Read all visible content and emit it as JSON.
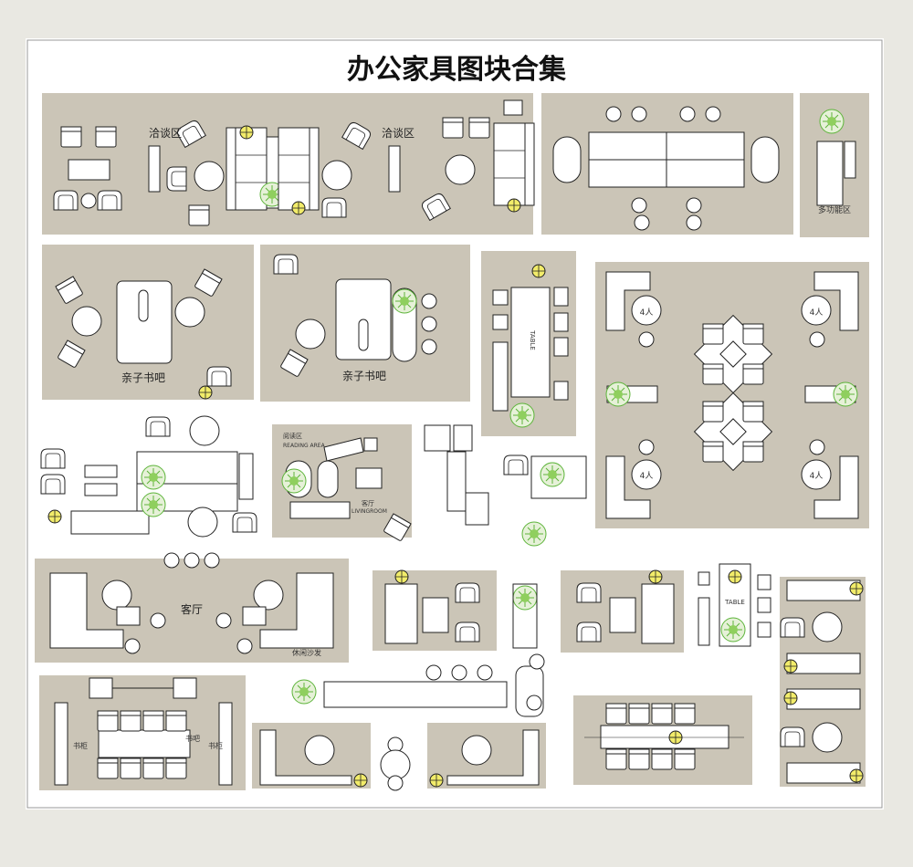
{
  "title": "办公家具图块合集",
  "labels": {
    "negotiation_1": "洽谈区",
    "negotiation_2": "洽谈区",
    "multi_function": "多功能区",
    "reading_1": "亲子书吧",
    "reading_2": "亲子书吧",
    "living_room": "客厅",
    "reading_area": "阅读区",
    "reading_area_en": "READING AREA",
    "living_room_small": "客厅",
    "living_room_en": "LIVINGROOM",
    "seat_a1": "4人",
    "seat_a2": "4人",
    "seat_a3": "4人",
    "seat_a4": "4人",
    "book_wall_1": "书柜",
    "book_wall_2": "书柜",
    "book_bar": "书吧",
    "table_label_1": "TABLE",
    "table_label_2": "TABLE",
    "lounge_tag": "休闲沙发"
  },
  "colors": {
    "page_bg": "#e9e8e2",
    "panel_bg": "#ffffff",
    "zone": "#cbc5b7",
    "line": "#222222",
    "plant": "#5db43a",
    "accent": "#e6df4e"
  }
}
